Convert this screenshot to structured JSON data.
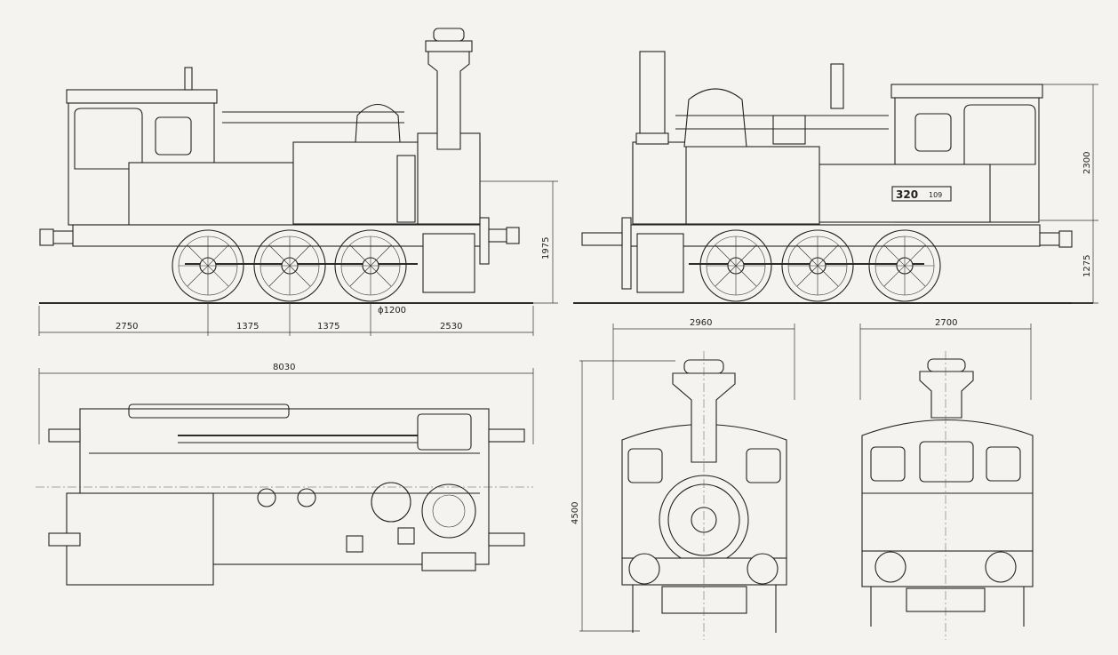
{
  "dimensions": {
    "side_left": {
      "d1": "2750",
      "d2": "1375",
      "d3": "1375",
      "d4": "2530",
      "wheel": "ϕ1200",
      "height": "1975"
    },
    "top_view": {
      "length": "8030"
    },
    "side_right": {
      "height_top": "2300",
      "height_bottom": "1275",
      "plate_main": "320",
      "plate_sub": "109"
    },
    "front_view": {
      "width": "2960",
      "height": "4500"
    },
    "rear_view": {
      "width": "2700"
    }
  }
}
